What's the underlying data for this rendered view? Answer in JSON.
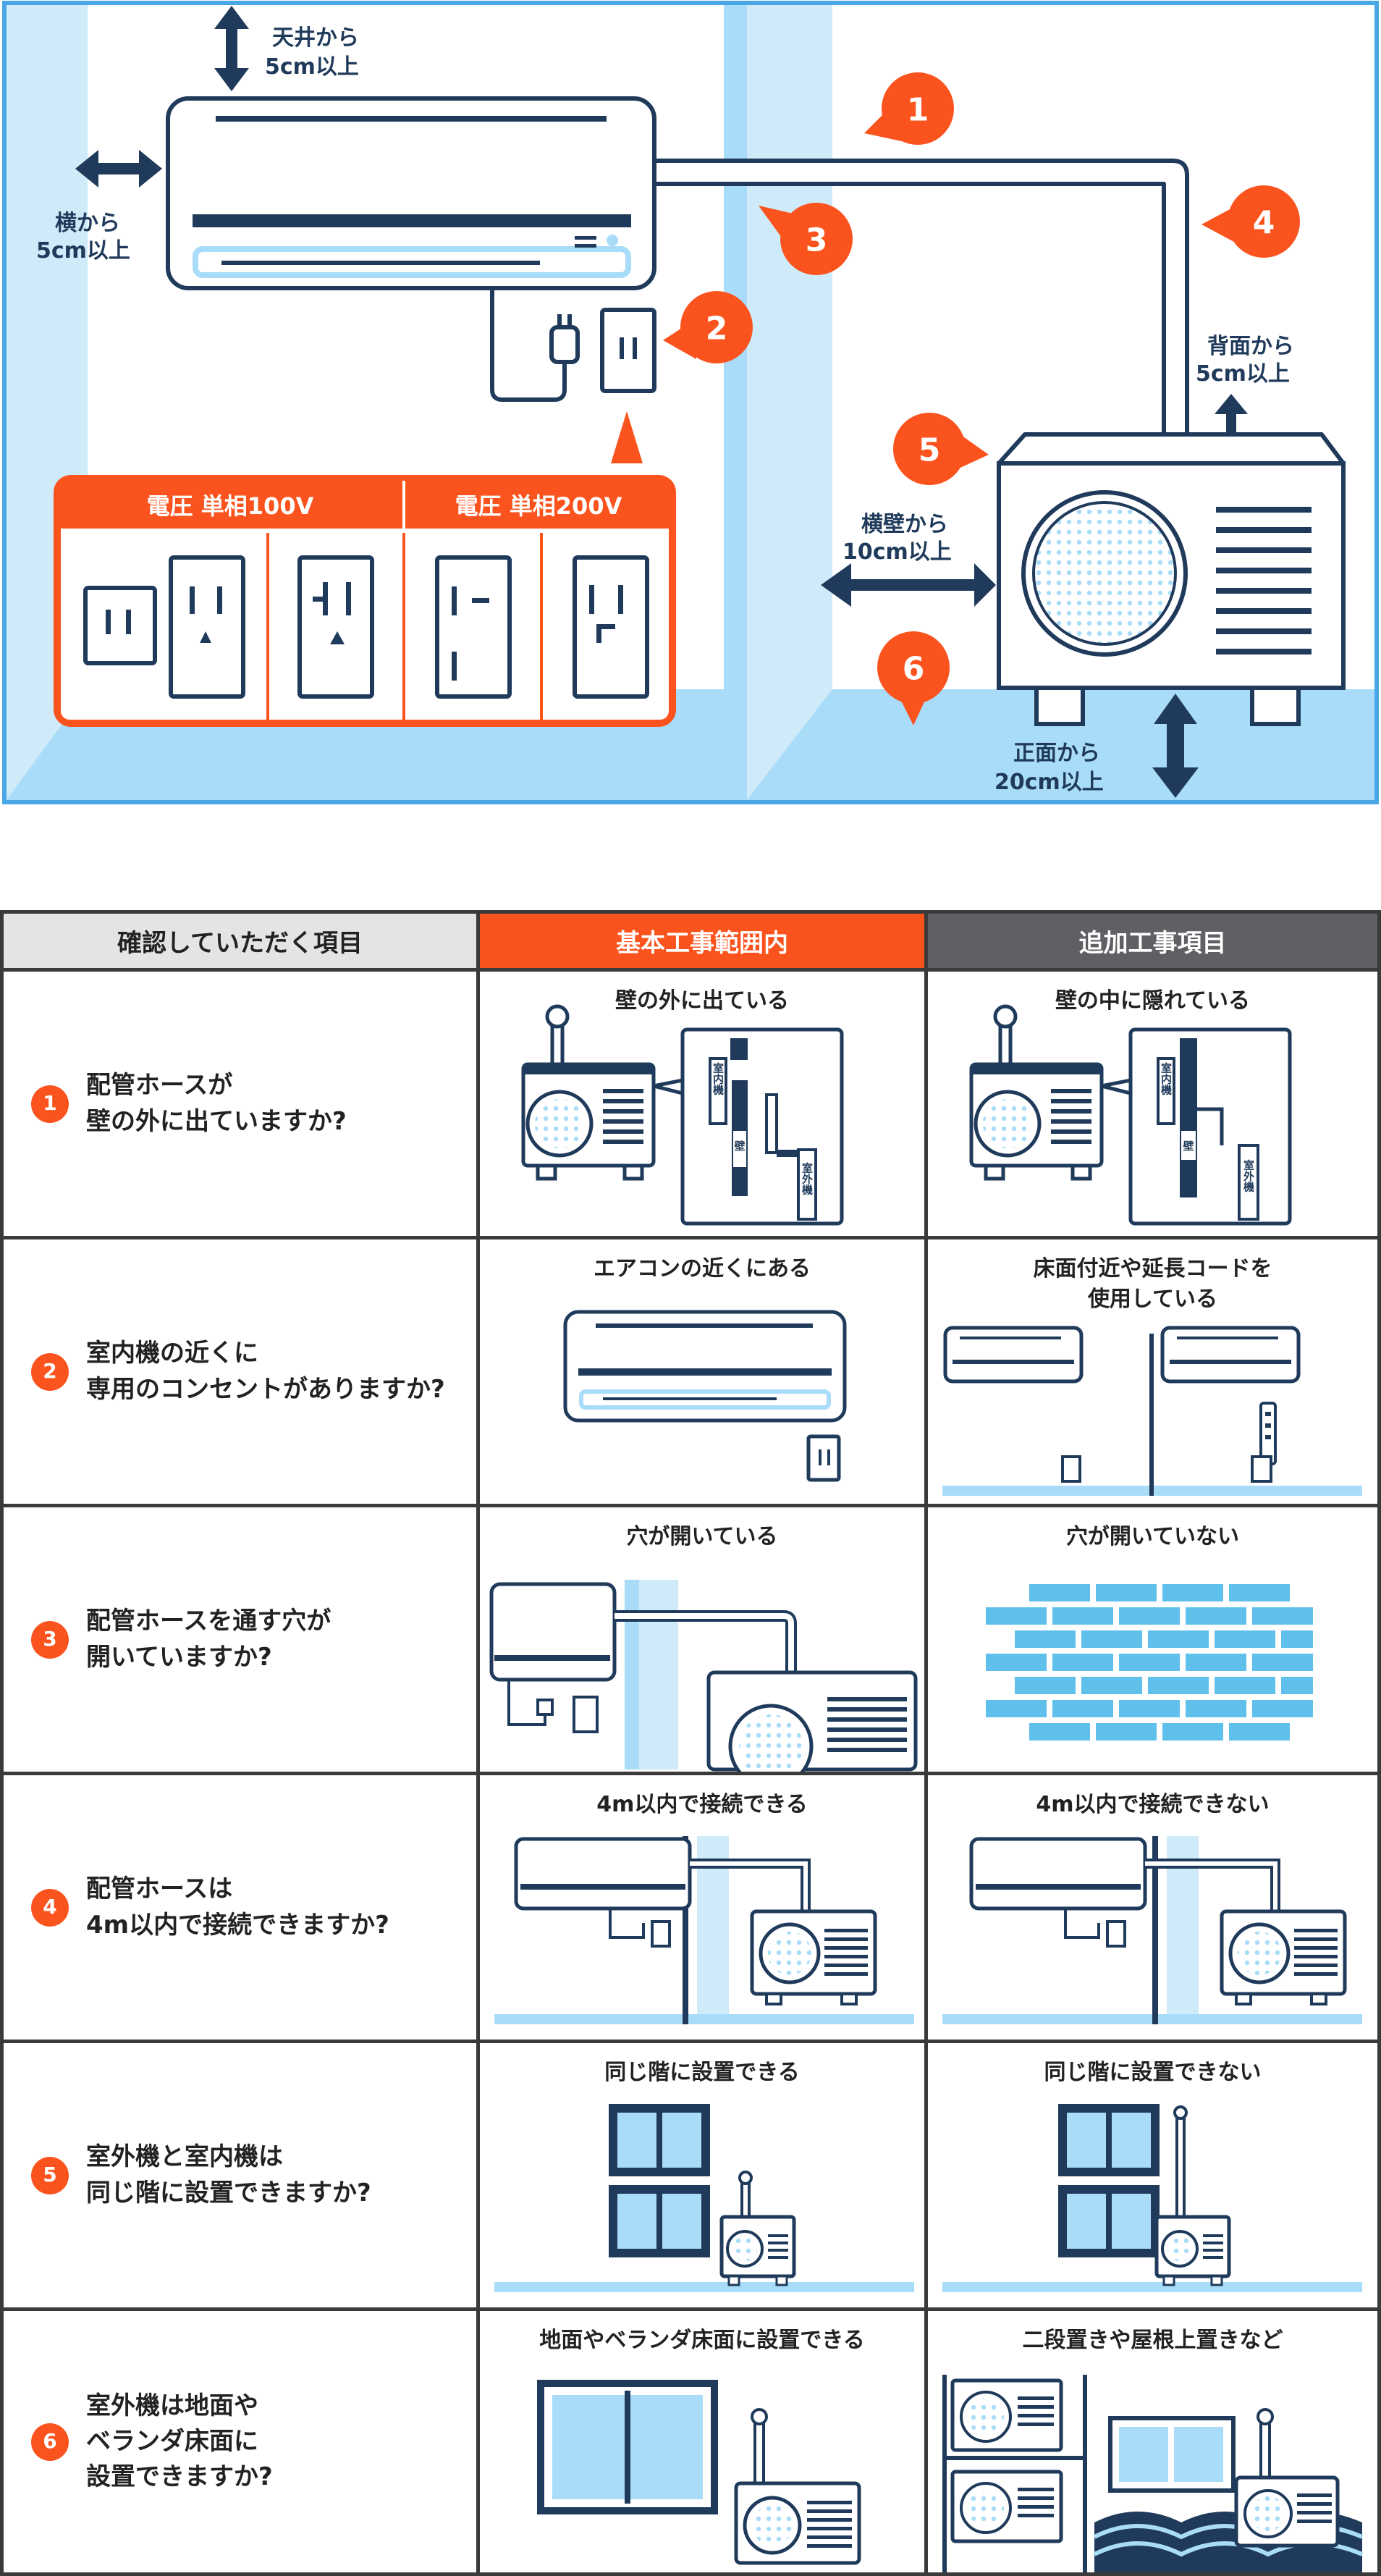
{
  "diagram": {
    "labels": {
      "ceiling_1": "天井から",
      "ceiling_2": "5cm以上",
      "side_1": "横から",
      "side_2": "5cm以上",
      "back_1": "背面から",
      "back_2": "5cm以上",
      "sidewall_1": "横壁から",
      "sidewall_2": "10cm以上",
      "front_1": "正面から",
      "front_2": "20cm以上"
    },
    "voltage_100": "電圧 単相100V",
    "voltage_200": "電圧 単相200V",
    "markers": [
      "1",
      "2",
      "3",
      "4",
      "5",
      "6"
    ]
  },
  "table": {
    "headers": {
      "item": "確認していただく項目",
      "basic": "基本工事範囲内",
      "additional": "追加工事項目"
    },
    "rows": [
      {
        "num": "1",
        "question": [
          "配管ホースが",
          "壁の外に出ていますか?"
        ],
        "basic": [
          "壁の外に出ている"
        ],
        "additional": [
          "壁の中に隠れている"
        ],
        "tags": {
          "indoor": "室内機",
          "wall": "壁",
          "outdoor": "室外機"
        }
      },
      {
        "num": "2",
        "question": [
          "室内機の近くに",
          "専用のコンセントがありますか?"
        ],
        "basic": [
          "エアコンの近くにある"
        ],
        "additional": [
          "床面付近や延長コードを",
          "使用している"
        ]
      },
      {
        "num": "3",
        "question": [
          "配管ホースを通す穴が",
          "開いていますか?"
        ],
        "basic": [
          "穴が開いている"
        ],
        "additional": [
          "穴が開いていない"
        ]
      },
      {
        "num": "4",
        "question": [
          "配管ホースは",
          "4m以内で接続できますか?"
        ],
        "basic": [
          "4m以内で接続できる"
        ],
        "additional": [
          "4m以内で接続できない"
        ]
      },
      {
        "num": "5",
        "question": [
          "室外機と室内機は",
          "同じ階に設置できますか?"
        ],
        "basic": [
          "同じ階に設置できる"
        ],
        "additional": [
          "同じ階に設置できない"
        ]
      },
      {
        "num": "6",
        "question": [
          "室外機は地面や",
          "ベランダ床面に",
          "設置できますか?"
        ],
        "basic": [
          "地面やベランダ床面に設置できる"
        ],
        "additional": [
          "二段置きや屋根上置きなど"
        ]
      }
    ]
  },
  "colors": {
    "accent": "#fb531d",
    "navy": "#1f3a5a",
    "sky": "#a9dcf8",
    "header_gray": "#e4e4e4",
    "header_dark": "#5f5f64"
  }
}
